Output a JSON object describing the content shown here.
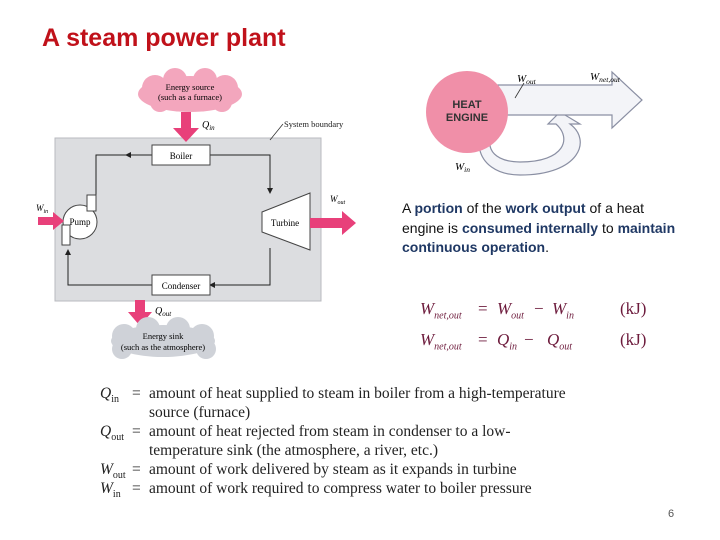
{
  "slide": {
    "title": "A steam power plant",
    "page_number": "6"
  },
  "plant_diagram": {
    "energy_source": [
      "Energy source",
      "(such as a furnace)"
    ],
    "energy_sink": [
      "Energy sink",
      "(such as the atmosphere)"
    ],
    "system_boundary": "System boundary",
    "boiler": "Boiler",
    "pump": "Pump",
    "turbine": "Turbine",
    "condenser": "Condenser",
    "q_in": {
      "main": "Q",
      "sub": "in"
    },
    "q_out": {
      "main": "Q",
      "sub": "out"
    },
    "w_in": {
      "main": "W",
      "sub": "in"
    },
    "w_out": {
      "main": "W",
      "sub": "out"
    }
  },
  "heat_engine_diagram": {
    "label_line1": "HEAT",
    "label_line2": "ENGINE",
    "w_out": {
      "main": "W",
      "sub": "out"
    },
    "w_net_out": {
      "main": "W",
      "sub": "net,out"
    },
    "w_in": {
      "main": "W",
      "sub": "in"
    }
  },
  "description": {
    "part1": "A ",
    "b1": "portion",
    "part2": " of the ",
    "b2": "work output",
    "part3": " of a heat engine is ",
    "b3": "consumed internally",
    "part4": " to ",
    "b4": "maintain continuous operation",
    "part5": "."
  },
  "equations": [
    {
      "lhs": "W",
      "lhs_sub": "net,out",
      "eq": "=",
      "t1": "W",
      "t1_sub": "out",
      "op": "−",
      "t2": "W",
      "t2_sub": "in",
      "unit": "(kJ)"
    },
    {
      "lhs": "W",
      "lhs_sub": "net,out",
      "eq": "=",
      "t1": "Q",
      "t1_sub": "in",
      "op": "−",
      "t2": "Q",
      "t2_sub": "out",
      "unit": "(kJ)"
    }
  ],
  "definitions": [
    {
      "sym": "Q",
      "sub": "in",
      "eq": "=",
      "lines": [
        "amount of heat supplied to steam in boiler from a high-temperature",
        "source (furnace)"
      ]
    },
    {
      "sym": "Q",
      "sub": "out",
      "eq": "=",
      "lines": [
        "amount  of  heat  rejected  from  steam  in  condenser  to  a  low-",
        "temperature sink (the atmosphere, a river, etc.)"
      ]
    },
    {
      "sym": "W",
      "sub": "out",
      "eq": "=",
      "lines": [
        "amount of work delivered by steam as it expands in turbine"
      ]
    },
    {
      "sym": "W",
      "sub": "in",
      "eq": "=",
      "lines": [
        "amount of work required to compress water to boiler pressure"
      ]
    }
  ],
  "colors": {
    "title": "#c0111a",
    "heat_engine_circle": "#f08fa8",
    "arrow_fill": "#e8407a",
    "cloud": "#cfd2d8",
    "cloud_source": "#f3a6bd",
    "equation_text": "#6d1b3c",
    "boundary_fill": "#dcdde0"
  }
}
